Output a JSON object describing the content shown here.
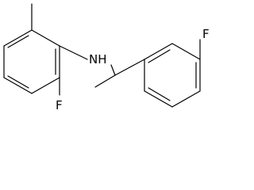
{
  "structure": {
    "labels": {
      "nh": "NH",
      "fluorine_left": "F",
      "fluorine_right": "F"
    },
    "colors": {
      "bond": "#000000",
      "label": "#000000",
      "background": "#ffffff"
    }
  }
}
